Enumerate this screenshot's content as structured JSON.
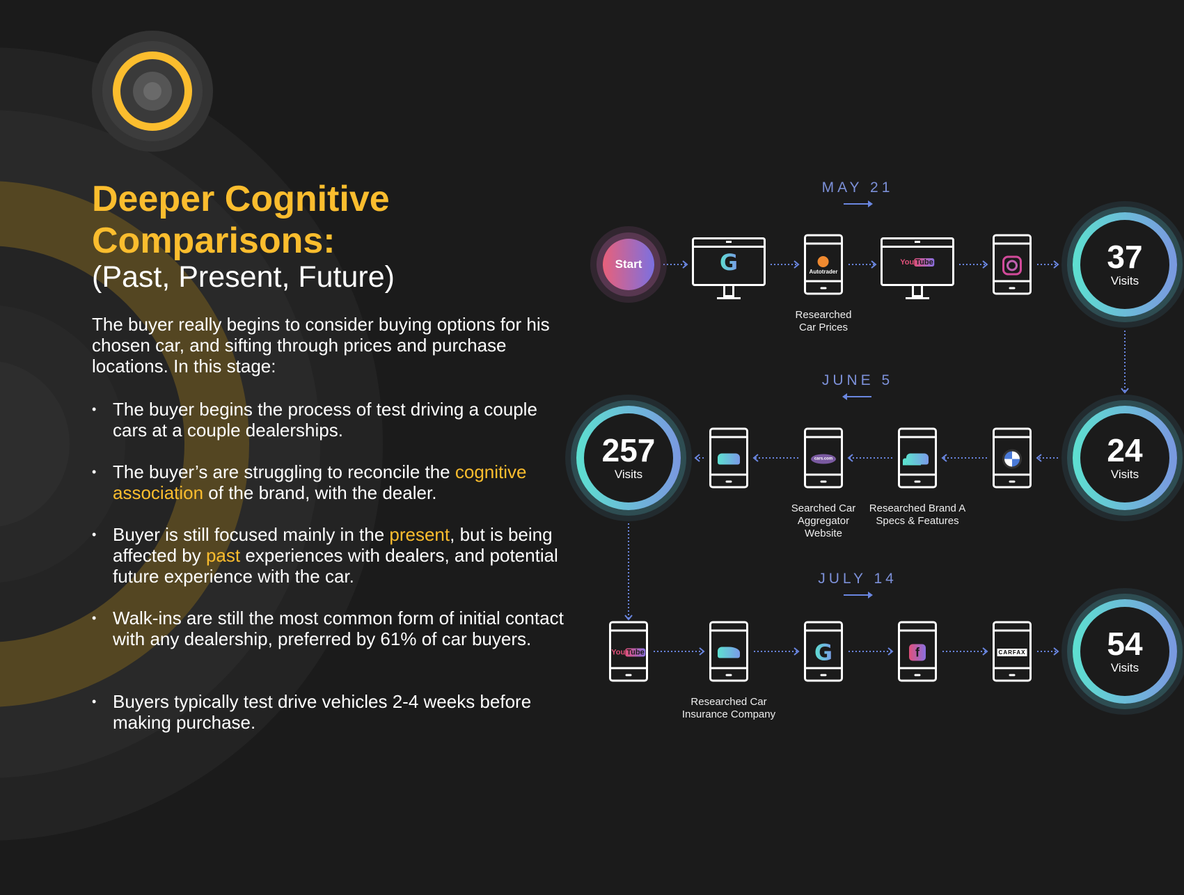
{
  "title_lines": [
    "Deeper Cognitive",
    "Comparisons:"
  ],
  "subtitle": "(Past, Present, Future)",
  "intro": "The buyer really begins to consider buying options for his chosen car, and sifting through prices and purchase locations. In this stage:",
  "bullets": [
    [
      {
        "t": "The buyer begins the process of test driving a couple cars at a couple dealerships."
      }
    ],
    [
      {
        "t": "The buyer’s are struggling to reconcile the "
      },
      {
        "t": "cognitive association",
        "hl": true
      },
      {
        "t": " of the brand, with the dealer."
      }
    ],
    [
      {
        "t": "Buyer is still focused mainly in the "
      },
      {
        "t": "present",
        "hl": true
      },
      {
        "t": ", but is being affected by "
      },
      {
        "t": "past",
        "hl": true
      },
      {
        "t": " experiences with dealers, and potential future experience with the car."
      }
    ],
    [
      {
        "t": "Walk-ins are still the most common form of initial contact with any dealership, preferred by 61% of car buyers."
      }
    ],
    [
      {
        "t": "Buyers typically test drive vehicles 2-4 weeks before making purchase."
      }
    ]
  ],
  "bullet_glyph": "•",
  "colors": {
    "accent": "#fbbd2e",
    "link": "#6a86e0",
    "teal": "#5de0d0"
  },
  "rows": [
    {
      "date": "MAY 21",
      "direction": "right",
      "nodes": [
        {
          "kind": "start",
          "text": "Start"
        },
        {
          "kind": "monitor",
          "icon": "google-icon",
          "glyph": "G"
        },
        {
          "kind": "phone",
          "icon": "autotrader-icon",
          "glyph": "Autotrader",
          "label": [
            "Researched",
            "Car Prices"
          ]
        },
        {
          "kind": "monitor",
          "icon": "youtube-icon",
          "glyph": "You|Tube"
        },
        {
          "kind": "phone",
          "icon": "instagram-icon"
        },
        {
          "kind": "visits",
          "num": "37",
          "text": "Visits"
        }
      ]
    },
    {
      "date": "JUNE 5",
      "direction": "left",
      "nodes": [
        {
          "kind": "visits",
          "num": "257",
          "text": "Visits"
        },
        {
          "kind": "phone",
          "icon": "car-icon"
        },
        {
          "kind": "phone",
          "icon": "cars-com-icon",
          "glyph": "cars.com",
          "label": [
            "Searched Car",
            "Aggregator",
            "Website"
          ]
        },
        {
          "kind": "phone",
          "icon": "car-search-icon",
          "label": [
            "Researched Brand A",
            "Specs & Features"
          ]
        },
        {
          "kind": "phone",
          "icon": "bmw-icon"
        },
        {
          "kind": "visits",
          "num": "24",
          "text": "Visits"
        }
      ]
    },
    {
      "date": "JULY 14",
      "direction": "right",
      "nodes": [
        {
          "kind": "phone",
          "icon": "youtube-icon",
          "glyph": "You|Tube"
        },
        {
          "kind": "phone",
          "icon": "car-insurance-icon",
          "label": [
            "Researched Car",
            "Insurance Company"
          ]
        },
        {
          "kind": "phone",
          "icon": "google-icon",
          "glyph": "G"
        },
        {
          "kind": "phone",
          "icon": "facebook-icon",
          "glyph": "f"
        },
        {
          "kind": "phone",
          "icon": "carfax-icon",
          "glyph": "CARFAX"
        },
        {
          "kind": "visits",
          "num": "54",
          "text": "Visits"
        }
      ]
    }
  ]
}
